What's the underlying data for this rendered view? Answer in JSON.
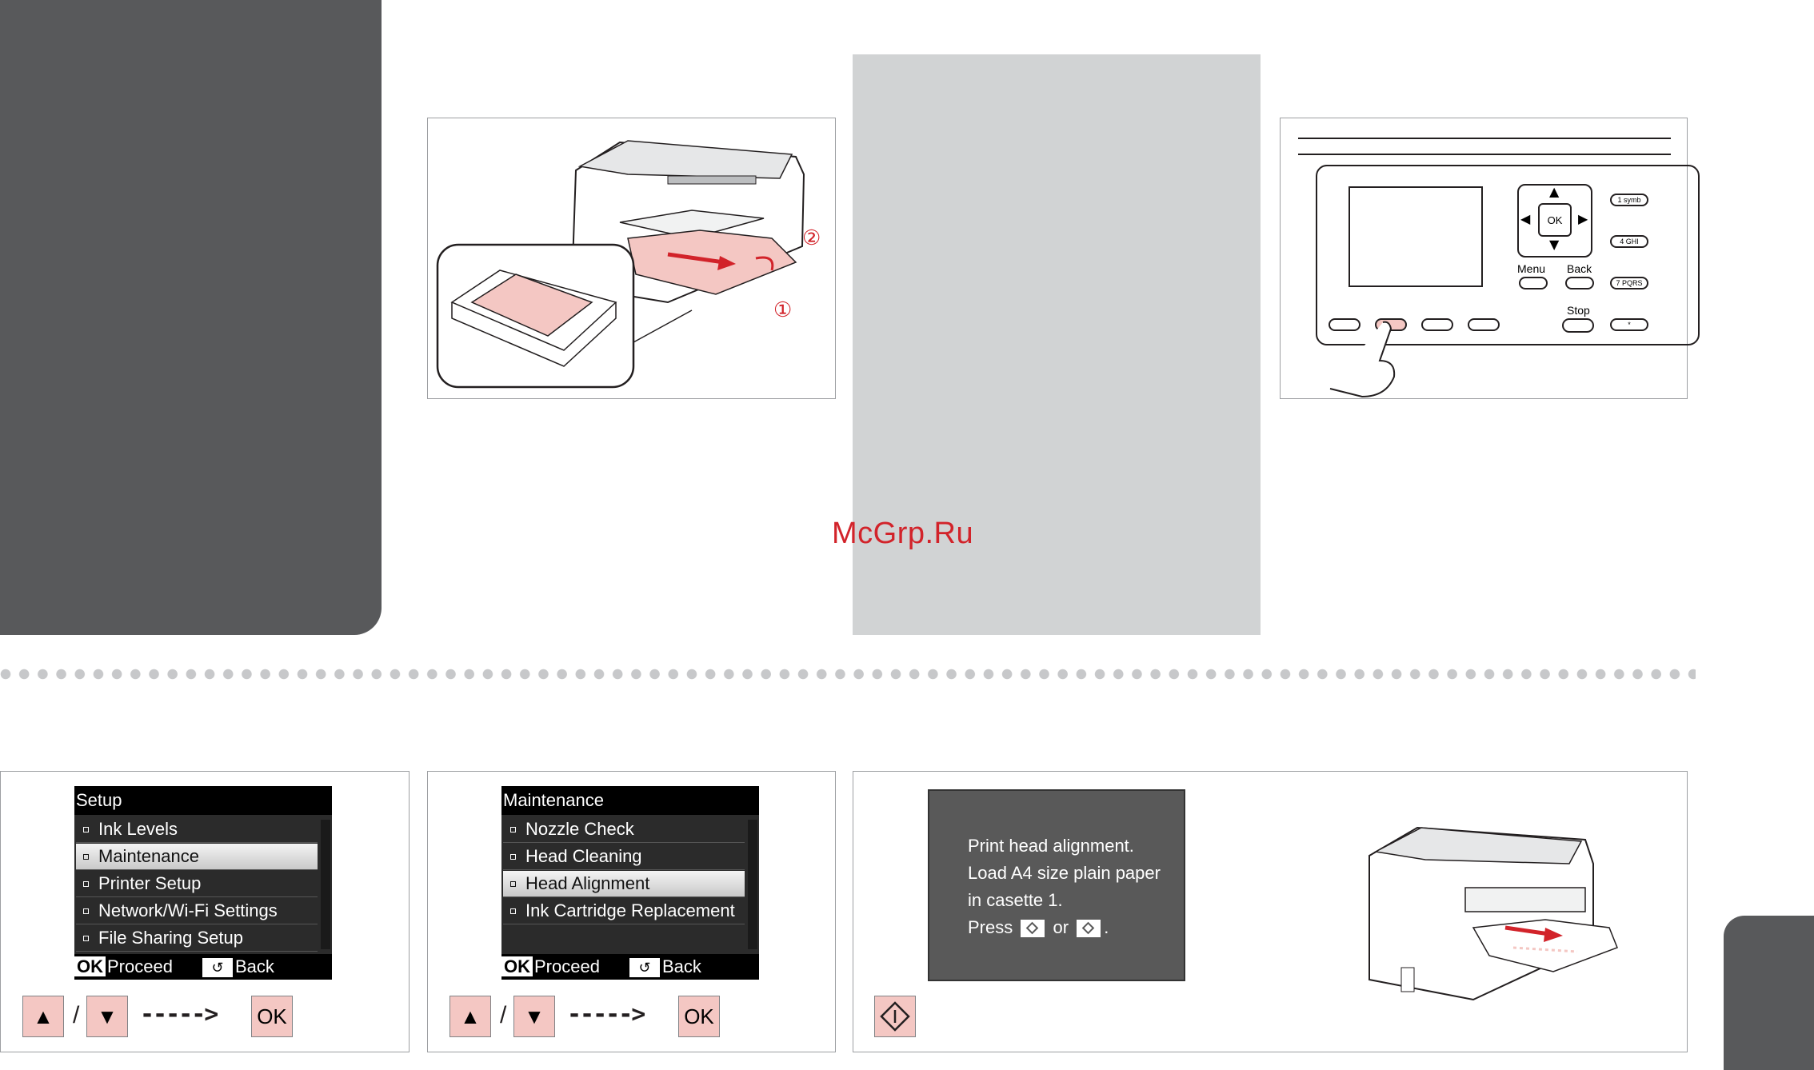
{
  "watermark": "McGrp.Ru",
  "figures": {
    "paper_load": {
      "markers": [
        "①",
        "②"
      ]
    },
    "control_panel": {
      "nav_ok": "OK",
      "menu_label": "Menu",
      "back_label": "Back",
      "stop_label": "Stop",
      "keypad": [
        "1 symb",
        "4 GHI",
        "7 PQRS",
        "*"
      ]
    }
  },
  "step1": {
    "title": "Setup",
    "items": [
      "Ink Levels",
      "Maintenance",
      "Printer Setup",
      "Network/Wi-Fi Settings",
      "File Sharing Setup"
    ],
    "selected_index": 1,
    "footer_ok": "OK",
    "footer_proceed": "Proceed",
    "footer_back": "Back",
    "key_up": "▲",
    "key_down": "▼",
    "separator": "/",
    "key_ok": "OK"
  },
  "step2": {
    "title": "Maintenance",
    "items": [
      "Nozzle Check",
      "Head Cleaning",
      "Head Alignment",
      "Ink Cartridge Replacement"
    ],
    "selected_index": 2,
    "footer_ok": "OK",
    "footer_proceed": "Proceed",
    "footer_back": "Back",
    "key_up": "▲",
    "key_down": "▼",
    "separator": "/",
    "key_ok": "OK"
  },
  "step3": {
    "line1": "Print head alignment.",
    "line2": "Load A4 size plain paper",
    "line3": "in casette 1.",
    "press": "Press",
    "or": "or",
    "period": "."
  },
  "colors": {
    "tab_grey": "#58595b",
    "panel_grey": "#d1d3d4",
    "key_pink": "#f4c7c3",
    "accent_red": "#d2232a"
  }
}
